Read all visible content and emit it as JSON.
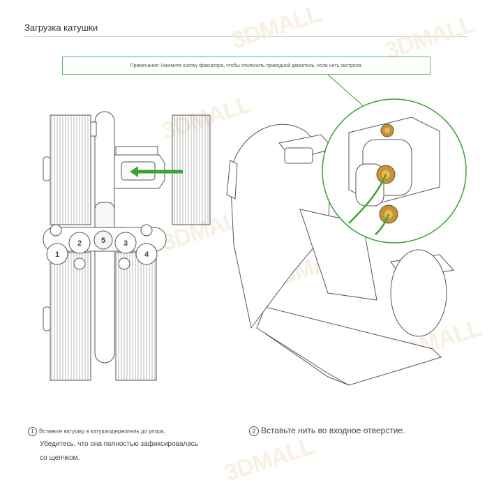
{
  "title": "Загрузка катушки",
  "note": "Примечание: Нажмите кнопку фиксатора, чтобы отключить приводной двигатель, если нить застряла.",
  "watermark": "3DMALL",
  "slot_labels": [
    "1",
    "2",
    "5",
    "3",
    "4"
  ],
  "steps": {
    "step1_number": "1",
    "step1_line1": "Вставьте катушку в катушкодержатель до упора.",
    "step1_line2": "Убедитесь, что она полностью зафиксировалась",
    "step1_line3": "со щелчком.",
    "step2_number": "2",
    "step2_text": "Вставьте нить во входное отверстие."
  },
  "colors": {
    "accent_green": "#3aa335",
    "brass": "#c8922e",
    "line": "#555555"
  }
}
